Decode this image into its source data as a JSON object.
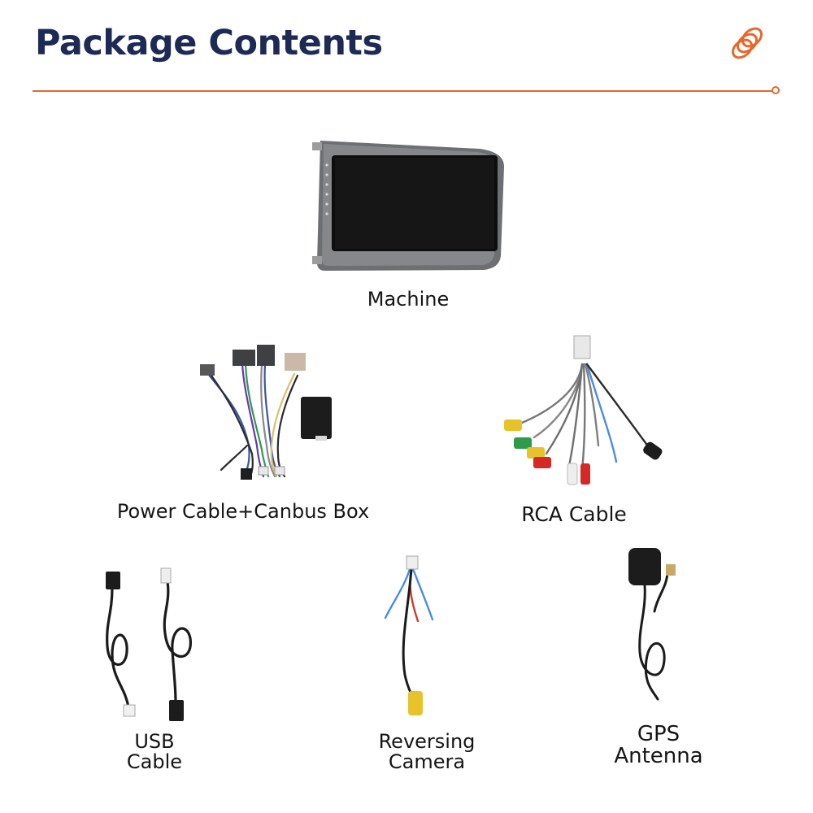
{
  "header": {
    "title": "Package Contents",
    "accent_color": "#e8682b",
    "title_color": "#1c2a55",
    "logo_icon": "spring-coil-logo"
  },
  "items": {
    "machine": {
      "label": "Machine",
      "icon": "head-unit-screen"
    },
    "power_cable": {
      "label": "Power Cable+Canbus Box",
      "icon": "wiring-harness"
    },
    "rca_cable": {
      "label": "RCA Cable",
      "icon": "rca-cable"
    },
    "usb_cable": {
      "line1": "USB",
      "line2": "Cable",
      "icon": "usb-cable"
    },
    "reversing_camera": {
      "line1": "Reversing",
      "line2": "Camera",
      "icon": "reversing-camera-cable"
    },
    "gps_antenna": {
      "line1": "GPS",
      "line2": "Antenna",
      "icon": "gps-antenna"
    }
  }
}
